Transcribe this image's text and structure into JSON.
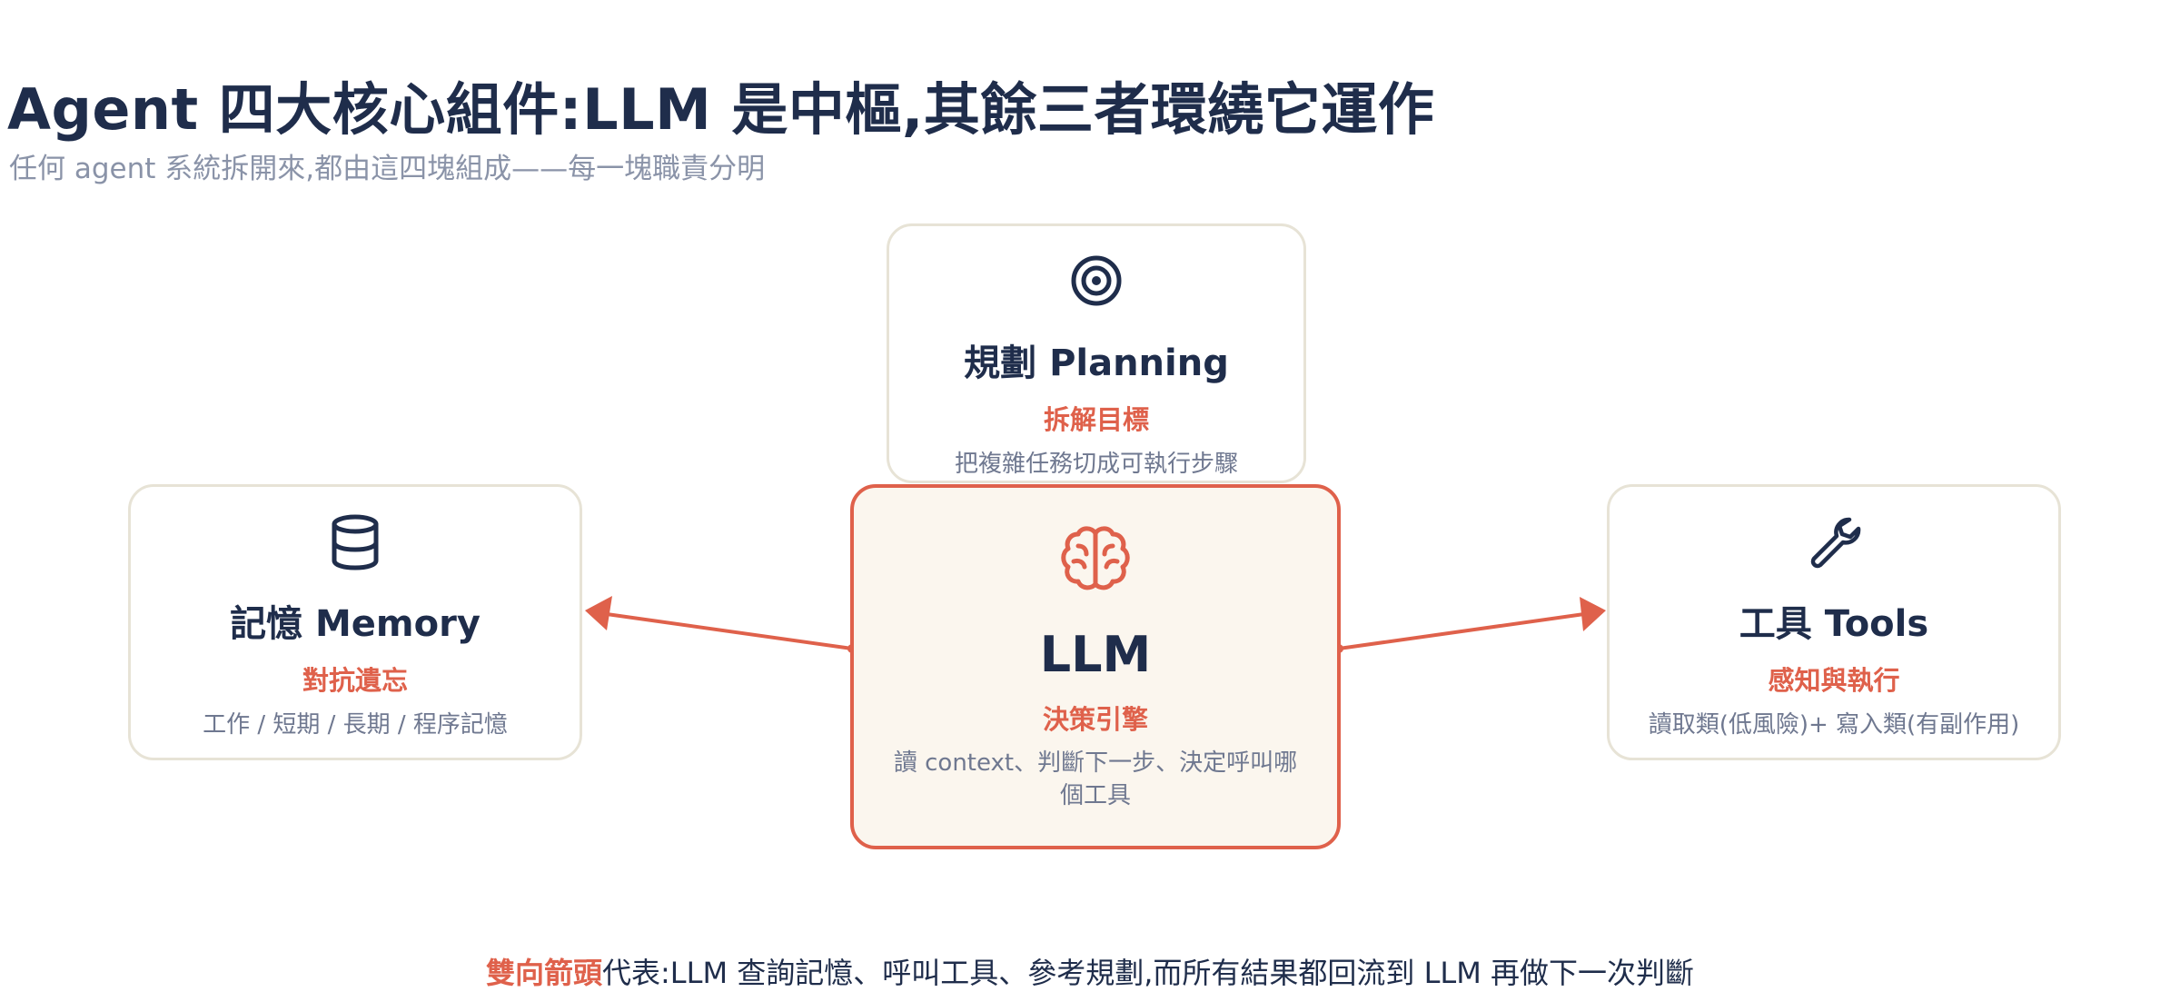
{
  "header": {
    "title": "Agent 四大核心組件:LLM 是中樞,其餘三者環繞它運作",
    "subtitle": "任何 agent 系統拆開來,都由這四塊組成——每一塊職責分明"
  },
  "colors": {
    "navy": "#1f2d4b",
    "accent": "#df614b",
    "muted": "#6f7890",
    "card_border": "#e7e3d6",
    "center_fill": "#fbf6ee"
  },
  "components": {
    "planning": {
      "icon": "target-icon",
      "title": "規劃 Planning",
      "role": "拆解目標",
      "description": "把複雜任務切成可執行步驟"
    },
    "memory": {
      "icon": "database-icon",
      "title": "記憶 Memory",
      "role": "對抗遺忘",
      "description": "工作 / 短期 / 長期 / 程序記憶"
    },
    "llm": {
      "icon": "brain-icon",
      "title": "LLM",
      "role": "決策引擎",
      "description": "讀 context、判斷下一步、決定呼叫哪個工具"
    },
    "tools": {
      "icon": "wrench-icon",
      "title": "工具 Tools",
      "role": "感知與執行",
      "description": "讀取類(低風險)+ 寫入類(有副作用)"
    }
  },
  "connections": [
    {
      "from": "LLM",
      "to": "記憶 Memory"
    },
    {
      "from": "LLM",
      "to": "工具 Tools"
    }
  ],
  "footer": {
    "highlight": "雙向箭頭",
    "text": "代表:LLM 查詢記憶、呼叫工具、參考規劃,而所有結果都回流到 LLM 再做下一次判斷"
  }
}
